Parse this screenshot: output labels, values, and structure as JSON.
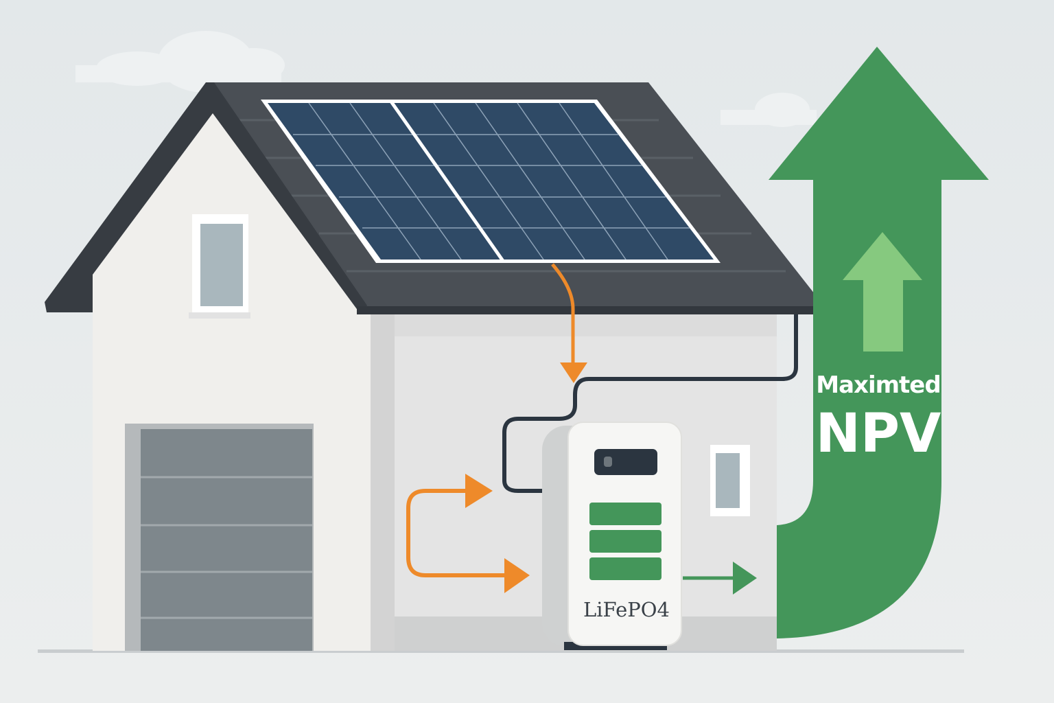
{
  "illustration": {
    "npv_label_line1": "Maximted",
    "npv_label_line2": "NPV",
    "battery_label": "LiFePO4"
  },
  "colors": {
    "background": "#e7ebec",
    "roof": "#4a4f55",
    "solar_panel": "#2f4a66",
    "energy_arrow": "#ee8a2a",
    "npv_arrow": "#44965a",
    "npv_arrow_inner": "#86c97f",
    "battery_bar": "#44965a",
    "cable": "#2b3540"
  },
  "battery": {
    "charge_bars": 3
  }
}
